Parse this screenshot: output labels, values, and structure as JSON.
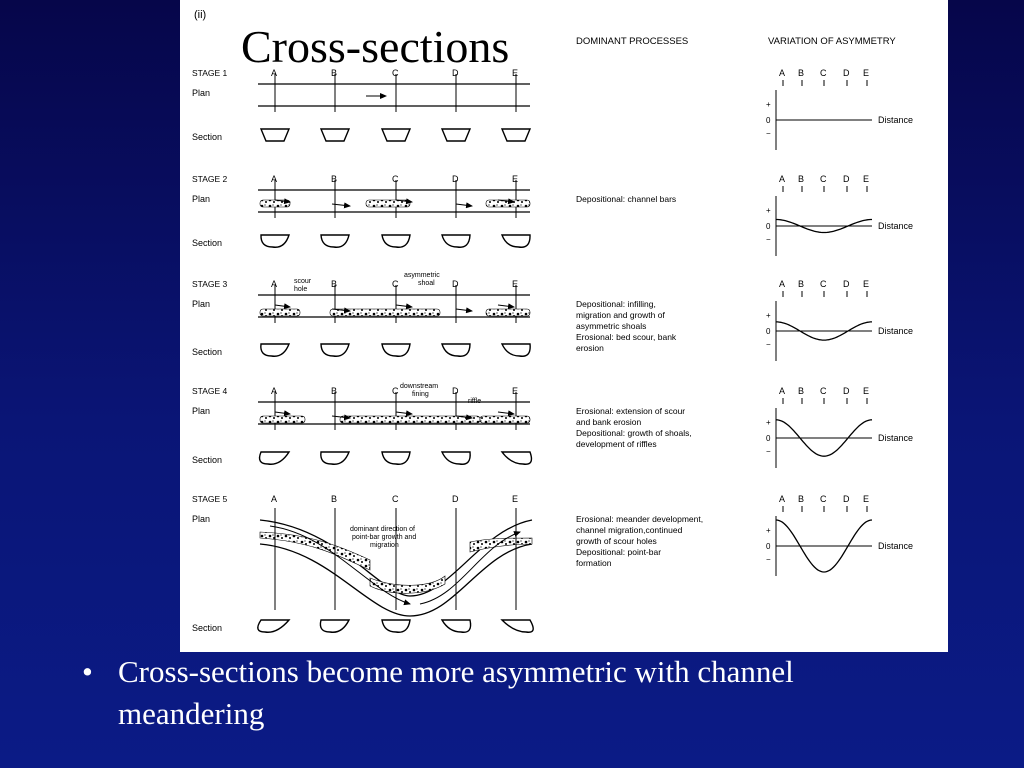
{
  "slide": {
    "title": "Cross-sections",
    "bullet": "Cross-sections become more asymmetric with channel meandering",
    "bullet_marker": "•"
  },
  "figure": {
    "panel_label": "(ii)",
    "col_processes": "DOMINANT PROCESSES",
    "col_variation": "VARIATION OF ASYMMETRY",
    "row_plan": "Plan",
    "row_section": "Section",
    "stations": [
      "A",
      "B",
      "C",
      "D",
      "E"
    ],
    "axis_plus": "+",
    "axis_zero": "0",
    "axis_minus": "−",
    "axis_label": "Distance",
    "stages": [
      {
        "label": "STAGE 1",
        "processes": [],
        "asymmetry_amplitude": 0
      },
      {
        "label": "STAGE 2",
        "processes": [
          "Depositional: channel bars"
        ],
        "asymmetry_amplitude": 0.25
      },
      {
        "label": "STAGE 3",
        "processes": [
          "Depositional: infilling,",
          "migration and growth of",
          "asymmetric shoals",
          "Erosional: bed scour, bank",
          "erosion"
        ],
        "asymmetry_amplitude": 0.35
      },
      {
        "label": "STAGE 4",
        "processes": [
          "Erosional: extension of scour",
          "and bank erosion",
          "Depositional: growth of shoals,",
          "development of riffles"
        ],
        "asymmetry_amplitude": 0.7
      },
      {
        "label": "STAGE 5",
        "processes": [
          "Erosional: meander development,",
          "channel migration,continued",
          "growth of scour holes",
          "Depositional: point-bar",
          "formation"
        ],
        "asymmetry_amplitude": 1.0
      }
    ],
    "annotations": {
      "scour_hole": [
        "scour",
        "hole"
      ],
      "asymmetric_shoal": [
        "asymmetric",
        "shoal"
      ],
      "downstream_fining": [
        "downstream",
        "fining"
      ],
      "riffle": "riffle",
      "dominant_direction": [
        "dominant direction of",
        "point-bar growth and",
        "migration"
      ]
    }
  }
}
